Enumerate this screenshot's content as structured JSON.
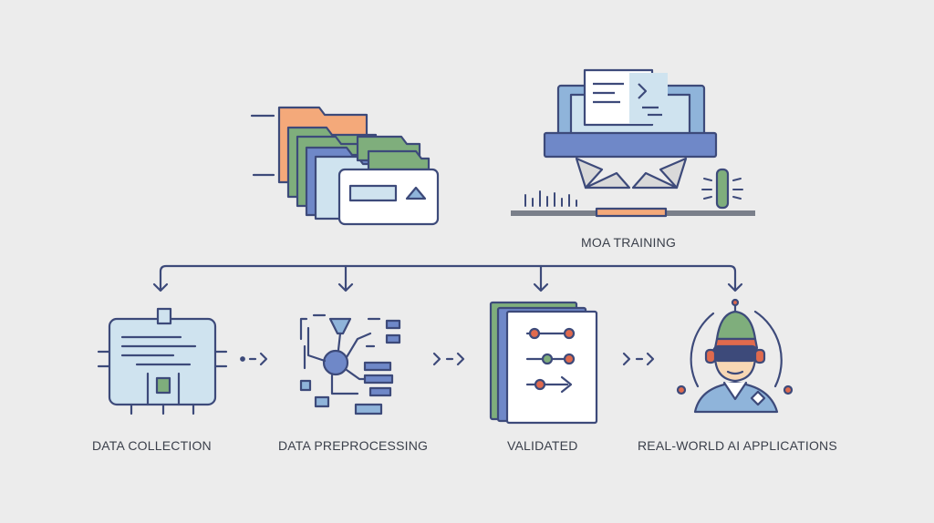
{
  "diagram": {
    "training_label": "MOA TRAINING",
    "steps": [
      {
        "label": "DATA COLLECTION"
      },
      {
        "label": "DATA PREPROCESSING"
      },
      {
        "label": "VALIDATED"
      },
      {
        "label": "REAL-WORLD AI APPLICATIONS"
      }
    ]
  },
  "colors": {
    "outline": "#3d4a7a",
    "orange": "#f4a97a",
    "green": "#7fae7c",
    "blue": "#8fb4da",
    "light_blue": "#cfe3ef",
    "red": "#e06a4d",
    "background": "#ececec"
  }
}
